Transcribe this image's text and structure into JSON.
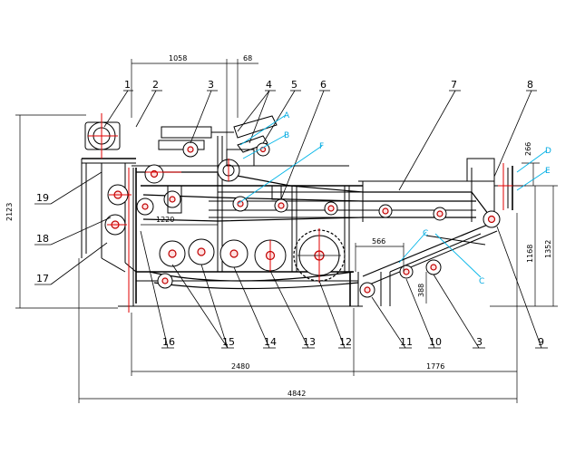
{
  "dimensions": {
    "top_1058": "1058",
    "top_68": "68",
    "left_2123": "2123",
    "inner_1220": "1220",
    "mid_566": "566",
    "mid_388": "388",
    "right_266": "266",
    "right_1168": "1168",
    "right_1352": "1352",
    "bottom_2480": "2480",
    "bottom_1776": "1776",
    "bottom_4842": "4842"
  },
  "part_numbers": {
    "p1": "1",
    "p2": "2",
    "p3_top": "3",
    "p4": "4",
    "p5": "5",
    "p6": "6",
    "p7": "7",
    "p8": "8",
    "p9": "9",
    "p10": "10",
    "p11": "11",
    "p12": "12",
    "p13": "13",
    "p14": "14",
    "p15": "15",
    "p16": "16",
    "p17": "17",
    "p18": "18",
    "p19": "19",
    "p3_bottom": "3"
  },
  "section_markers": {
    "A": "A",
    "B": "B",
    "F": "F",
    "C_top": "C",
    "C_right": "C",
    "D": "D",
    "E": "E"
  },
  "colors": {
    "centerline": "#e00000",
    "annotation": "#00a8e0",
    "outline": "#000000"
  }
}
